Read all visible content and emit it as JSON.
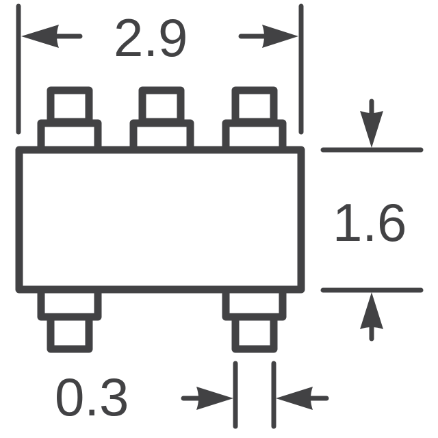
{
  "diagram": {
    "type": "package-outline-drawing",
    "stroke_color": "#424244",
    "background": "#ffffff",
    "units": "mm",
    "dimensions": {
      "length": "2.9",
      "width": "1.6",
      "lead_width": "0.3"
    },
    "pins": {
      "top_count": 3,
      "bottom_count": 2
    }
  }
}
